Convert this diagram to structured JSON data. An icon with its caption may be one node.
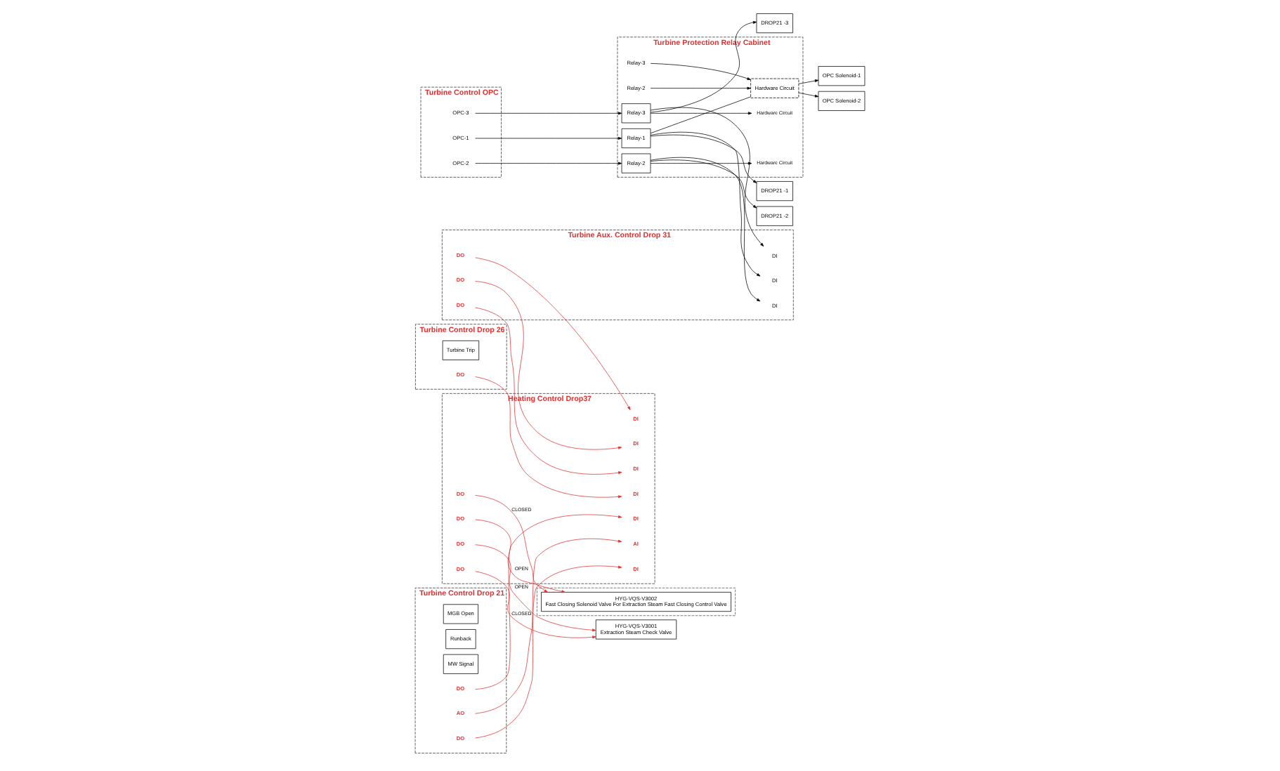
{
  "diagram": {
    "nodes": [
      {
        "text": [
          "Turbine Control OPC"
        ]
      },
      {
        "text": [
          "OPC-1"
        ],
        "in": 0
      },
      {
        "text": [
          "OPC-2"
        ],
        "in": 0
      },
      {
        "text": [
          "OPC-3"
        ],
        "in": 0
      },
      {
        "text": [
          "Turbine Protection Relay Cabinet"
        ]
      },
      {
        "text": [
          "Relay-2"
        ],
        "in": 4
      },
      {
        "text": [
          "Relay-3"
        ],
        "in": 4
      },
      {
        "text": [
          "Hardware Circuit"
        ],
        "in": 4
      },
      {
        "text": [
          "Relay-1"
        ],
        "in": 4
      },
      {
        "text": [
          "Relay-2"
        ],
        "in": 4
      },
      {
        "text": [
          "Hardware Circuit"
        ],
        "in": 4
      },
      {
        "text": [
          "Relay-3"
        ],
        "in": 4
      },
      {
        "text": [
          "Hardware Circuit"
        ],
        "in": 4
      },
      {
        "text": [
          "OPC Solenoid-1"
        ]
      },
      {
        "text": [
          "OPC Solenoid-2"
        ]
      },
      {
        "text": [
          "DROP21 -1"
        ]
      },
      {
        "text": [
          "DROP21 -2"
        ]
      },
      {
        "text": [
          "DROP21 -3"
        ]
      },
      {
        "text": [
          "Turbine Aux. Control Drop 31"
        ]
      },
      {
        "text": [
          "DI"
        ],
        "in": 18
      },
      {
        "text": [
          "DI"
        ],
        "in": 18
      },
      {
        "text": [
          "DI"
        ],
        "in": 18
      },
      {
        "text": [
          "DO"
        ],
        "in": 18
      },
      {
        "text": [
          "DO"
        ],
        "in": 18
      },
      {
        "text": [
          "DO"
        ],
        "in": 18
      },
      {
        "text": [
          "Turbine Control Drop 21"
        ]
      },
      {
        "text": [
          "MGB Open"
        ],
        "in": 25
      },
      {
        "text": [
          "Runback"
        ],
        "in": 25
      },
      {
        "text": [
          "MW Signal"
        ],
        "in": 25
      },
      {
        "text": [
          "DO"
        ],
        "in": 25
      },
      {
        "text": [
          "DO"
        ],
        "in": 25
      },
      {
        "text": [
          "AO"
        ],
        "in": 25
      },
      {
        "text": [
          "Turbine Control Drop 26"
        ]
      },
      {
        "text": [
          "Turbine Trip"
        ],
        "in": 32
      },
      {
        "text": [
          "DO"
        ],
        "in": 32
      },
      {
        "text": [
          "Heating Control Drop37"
        ]
      },
      {
        "text": [
          "DI"
        ],
        "in": 35
      },
      {
        "text": [
          "DI"
        ],
        "in": 35
      },
      {
        "text": [
          "DI"
        ],
        "in": 35
      },
      {
        "text": [
          "AI"
        ],
        "in": 35
      },
      {
        "text": [
          "DI"
        ],
        "in": 35
      },
      {
        "text": [
          "DI"
        ],
        "in": 35
      },
      {
        "text": [
          "DI"
        ],
        "in": 35
      },
      {
        "text": [
          "DO"
        ],
        "in": 35
      },
      {
        "text": [
          "DO"
        ],
        "in": 35
      },
      {
        "text": [
          "DO"
        ],
        "in": 35
      },
      {
        "text": [
          "DO"
        ],
        "in": 35
      },
      {
        "text": [
          "HYG-VQS-V3001",
          "Extraction Steam Check Valve"
        ]
      },
      {
        "text": [],
        "shape": "box"
      },
      {
        "text": [
          "HYG-VQS-V3002",
          "Fast Closing Solenoid Valve For Extraction Steam Fast Closing Control Valve"
        ],
        "in": 48
      }
    ],
    "edges": [
      {
        "from": 1,
        "to": 8,
        "arrow": "to"
      },
      {
        "from": 2,
        "to": 9,
        "arrow": "to"
      },
      {
        "from": 3,
        "to": 11,
        "arrow": "to"
      },
      {
        "from": 5,
        "to": 7,
        "arrow": "to"
      },
      {
        "from": 6,
        "to": 7,
        "arrow": "to"
      },
      {
        "from": 8,
        "to": 7,
        "arrow": "none"
      },
      {
        "from": 7,
        "to": 13,
        "arrow": "to"
      },
      {
        "from": 7,
        "to": 14,
        "arrow": "to"
      },
      {
        "from": 8,
        "to": 15,
        "arrow": "to"
      },
      {
        "from": 8,
        "to": 19,
        "arrow": "to"
      },
      {
        "from": 9,
        "to": 10,
        "arrow": "to"
      },
      {
        "from": 9,
        "to": 16,
        "arrow": "to"
      },
      {
        "from": 9,
        "to": 20,
        "arrow": "to"
      },
      {
        "from": 11,
        "to": 12,
        "arrow": "to"
      },
      {
        "from": 11,
        "to": 17,
        "arrow": "to"
      },
      {
        "from": 11,
        "to": 21,
        "arrow": "to"
      },
      {
        "from": 34,
        "to": 36,
        "arrow": "to",
        "color": "#e03030"
      },
      {
        "from": 29,
        "to": 37,
        "arrow": "to",
        "color": "#e03030"
      },
      {
        "from": 30,
        "to": 38,
        "arrow": "to",
        "color": "#e03030"
      },
      {
        "from": 31,
        "to": 39,
        "arrow": "to",
        "color": "#e03030"
      },
      {
        "from": 22,
        "to": 40,
        "arrow": "to",
        "color": "#e03030"
      },
      {
        "from": 23,
        "to": 41,
        "arrow": "to",
        "color": "#e03030"
      },
      {
        "from": 24,
        "to": 42,
        "arrow": "to",
        "color": "#e03030"
      },
      {
        "from": 43,
        "to": 47,
        "label": "OPEN",
        "arrow": "to",
        "color": "#e03030"
      },
      {
        "from": 44,
        "to": 47,
        "label": "CLOSED",
        "arrow": "to",
        "color": "#e03030"
      },
      {
        "from": 45,
        "to": 49,
        "label": "OPEN",
        "arrow": "to",
        "color": "#e03030"
      },
      {
        "from": 46,
        "to": 49,
        "label": "CLOSED",
        "arrow": "to",
        "color": "#e03030"
      }
    ]
  }
}
